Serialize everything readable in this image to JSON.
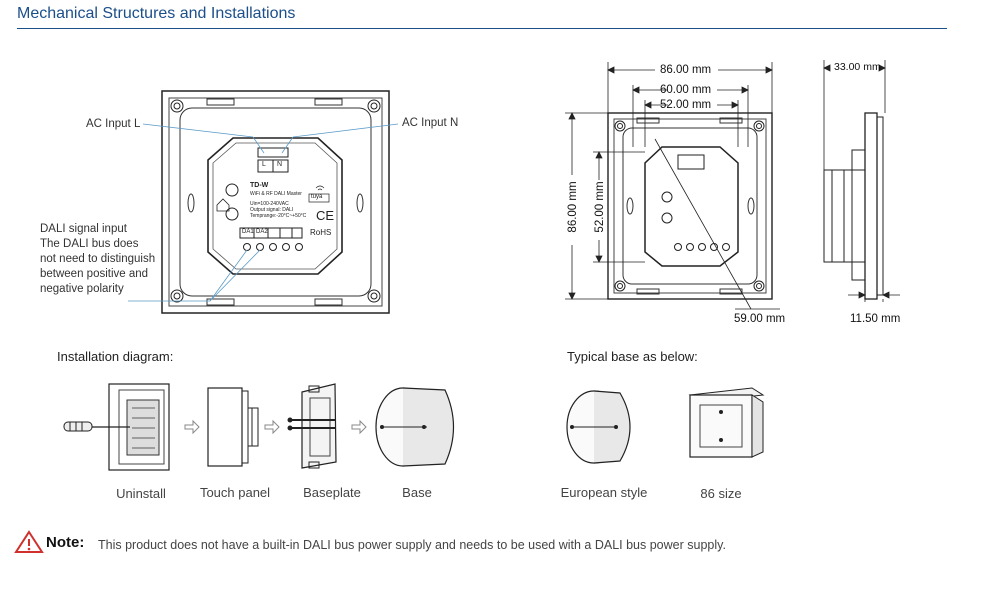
{
  "header": {
    "title": "Mechanical Structures and Installations"
  },
  "front_view": {
    "ac_input_l": "AC Input L",
    "ac_input_n": "AC Input N",
    "dali_note": [
      "DALI signal input",
      "The DALI bus does",
      "not need to distinguish",
      "between positive and",
      "negative polarity"
    ],
    "terminal_l": "L",
    "terminal_n": "N",
    "model": "TD-W",
    "model_sub": "WiFi & RF DALI Master",
    "spec_lines": [
      "Uin=100-240VAC",
      "Output signal: DALI",
      "Temprange:-20°C~+50°C"
    ],
    "dali_terminals": [
      "DA1",
      "DA2"
    ],
    "rohs": "RoHS",
    "ce": "CE",
    "tuya": "tuya"
  },
  "dimensions": {
    "width_outer": "86.00 mm",
    "width_mid": "60.00 mm",
    "width_inner": "52.00 mm",
    "height_outer": "86.00 mm",
    "height_inner": "52.00 mm",
    "bottom": "59.00 mm",
    "depth": "33.00 mm",
    "thickness": "11.50 mm"
  },
  "installation": {
    "heading": "Installation diagram:",
    "steps": [
      "Uninstall",
      "Touch panel",
      "Baseplate",
      "Base"
    ]
  },
  "bases": {
    "heading": "Typical base as below:",
    "items": [
      "European style",
      "86 size"
    ]
  },
  "note": {
    "label": "Note:",
    "text": "This product does not have a built-in DALI bus power supply and needs to be used with a DALI bus power supply.",
    "warning_color": "#d0312d"
  }
}
